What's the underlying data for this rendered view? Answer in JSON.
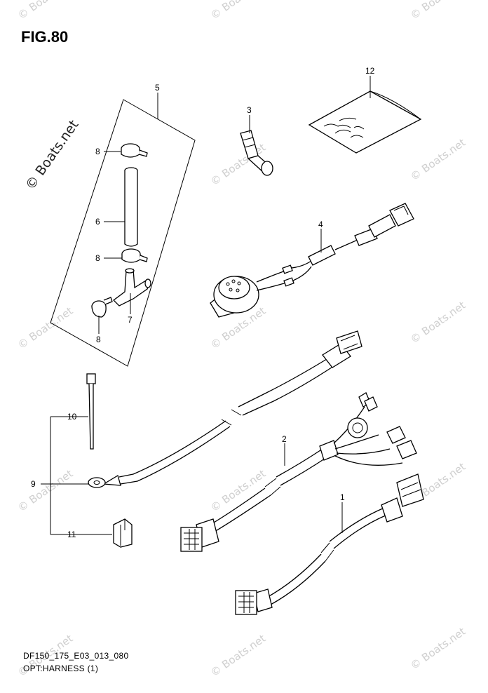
{
  "figure": {
    "title": "FIG.80",
    "code": "DF150_175_E03_013_080",
    "caption": "OPT:HARNESS (1)"
  },
  "watermark": {
    "text": "© Boats.net",
    "color": "#cfcfcf"
  },
  "callouts": {
    "c1": "1",
    "c2": "2",
    "c3": "3",
    "c4": "4",
    "c5": "5",
    "c6": "6",
    "c7": "7",
    "c8a": "8",
    "c8b": "8",
    "c8c": "8",
    "c9": "9",
    "c10": "10",
    "c11": "11",
    "c12": "12"
  }
}
